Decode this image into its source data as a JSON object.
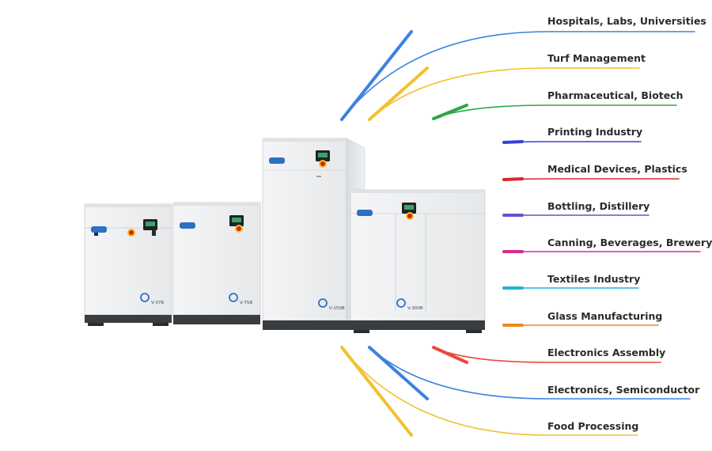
{
  "industries": [
    {
      "label": "Hospitals, Labs, Universities",
      "color": "#3b82e0"
    },
    {
      "label": "Turf Management",
      "color": "#f2c12e"
    },
    {
      "label": "Pharmaceutical, Biotech",
      "color": "#2ea84a"
    },
    {
      "label": "Printing Industry",
      "color": "#3a3fd6"
    },
    {
      "label": "Medical Devices, Plastics",
      "color": "#d9262c"
    },
    {
      "label": "Bottling, Distillery",
      "color": "#6a4fd0"
    },
    {
      "label": "Canning, Beverages, Brewery",
      "color": "#d62a8c"
    },
    {
      "label": "Textiles Industry",
      "color": "#27b0d8"
    },
    {
      "label": "Glass Manufacturing",
      "color": "#ee8a1c"
    },
    {
      "label": "Electronics Assembly",
      "color": "#e84a3a"
    },
    {
      "label": "Electronics, Semiconductor",
      "color": "#3b82e0"
    },
    {
      "label": "Food Processing",
      "color": "#f2c12e"
    }
  ],
  "machines": [
    {
      "model": "V-37B"
    },
    {
      "model": "V-75B"
    },
    {
      "model": "V-150B"
    },
    {
      "model": "V-300B"
    }
  ]
}
